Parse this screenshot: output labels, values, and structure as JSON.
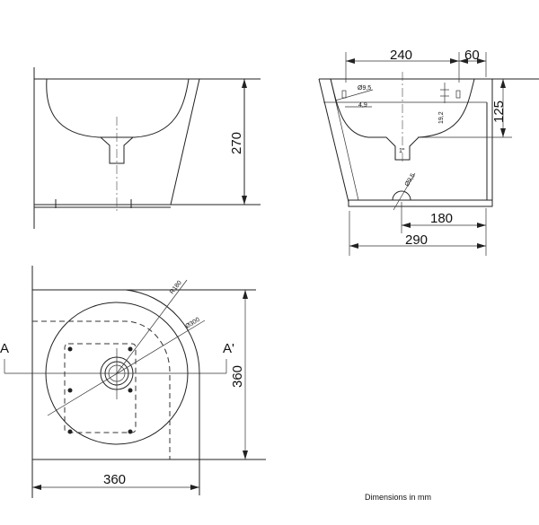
{
  "front_view": {
    "height_label": "270"
  },
  "side_view": {
    "width_top_label": "240",
    "offset_label": "60",
    "depth_label": "125",
    "hole_label_top": "Ø9,5",
    "hole_offset_label": "4,9",
    "hole_height_label": "19,2",
    "drain_angle_label": "1°",
    "hole_label_bottom": "Ø9,5",
    "base_inner_label": "180",
    "base_total_label": "290"
  },
  "plan_view": {
    "radius_label": "R180",
    "diameter_label": "Ø300",
    "section_start": "A",
    "section_end": "A'",
    "width_label": "360",
    "depth_label": "360"
  },
  "note": "Dimensions in  mm"
}
